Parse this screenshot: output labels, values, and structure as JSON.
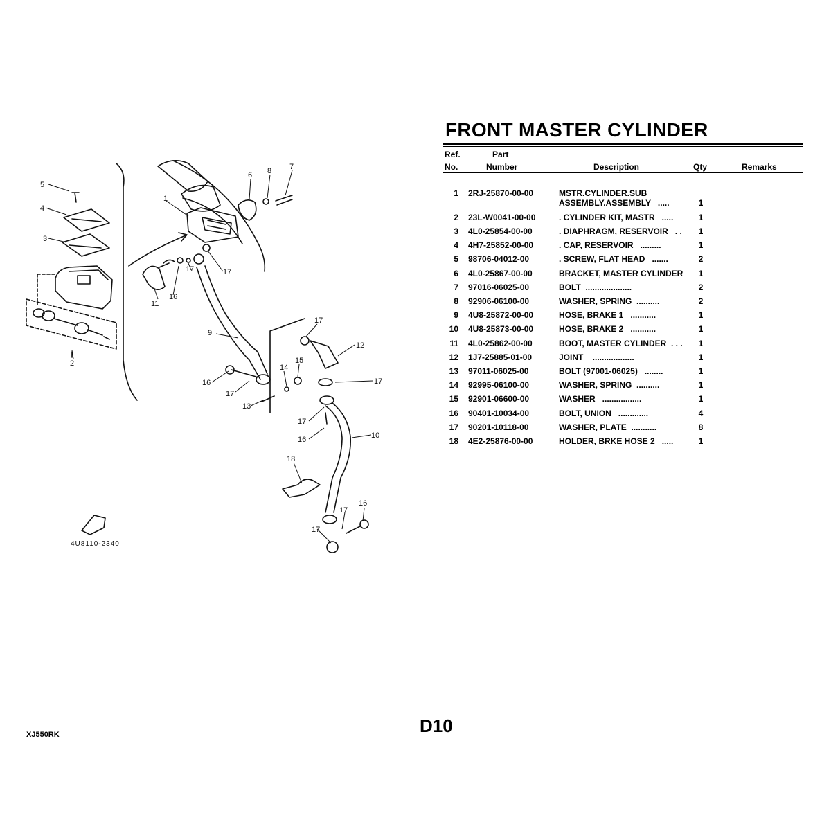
{
  "title": "FRONT MASTER CYLINDER",
  "headers": {
    "ref_line1": "Ref.",
    "ref_line2": "No.",
    "part_line1": "Part",
    "part_line2": "Number",
    "description": "Description",
    "qty": "Qty",
    "remarks": "Remarks"
  },
  "parts": [
    {
      "ref": "1",
      "part": "2RJ-25870-00-00",
      "desc": "MSTR.CYLINDER.SUB",
      "desc2": "ASSEMBLY.ASSEMBLY   .....",
      "qty": "1"
    },
    {
      "ref": "2",
      "part": "23L-W0041-00-00",
      "desc": ". CYLINDER KIT, MASTR   .....",
      "qty": "1"
    },
    {
      "ref": "3",
      "part": "4L0-25854-00-00",
      "desc": ". DIAPHRAGM, RESERVOIR   . .",
      "qty": "1"
    },
    {
      "ref": "4",
      "part": "4H7-25852-00-00",
      "desc": ". CAP, RESERVOIR   .........",
      "qty": "1"
    },
    {
      "ref": "5",
      "part": "98706-04012-00",
      "desc": ". SCREW, FLAT HEAD   .......",
      "qty": "2"
    },
    {
      "ref": "6",
      "part": "4L0-25867-00-00",
      "desc": "BRACKET, MASTER CYLINDER",
      "qty": "1"
    },
    {
      "ref": "7",
      "part": "97016-06025-00",
      "desc": "BOLT  ....................",
      "qty": "2"
    },
    {
      "ref": "8",
      "part": "92906-06100-00",
      "desc": "WASHER, SPRING  ..........",
      "qty": "2"
    },
    {
      "ref": "9",
      "part": "4U8-25872-00-00",
      "desc": "HOSE, BRAKE 1   ...........",
      "qty": "1"
    },
    {
      "ref": "10",
      "part": "4U8-25873-00-00",
      "desc": "HOSE, BRAKE 2   ...........",
      "qty": "1"
    },
    {
      "ref": "11",
      "part": "4L0-25862-00-00",
      "desc": "BOOT, MASTER CYLINDER  . . .",
      "qty": "1"
    },
    {
      "ref": "12",
      "part": "1J7-25885-01-00",
      "desc": "JOINT    ..................",
      "qty": "1"
    },
    {
      "ref": "13",
      "part": "97011-06025-00",
      "desc": "BOLT (97001-06025)   ........",
      "qty": "1"
    },
    {
      "ref": "14",
      "part": "92995-06100-00",
      "desc": "WASHER, SPRING  ..........",
      "qty": "1"
    },
    {
      "ref": "15",
      "part": "92901-06600-00",
      "desc": "WASHER   .................",
      "qty": "1"
    },
    {
      "ref": "16",
      "part": "90401-10034-00",
      "desc": "BOLT, UNION   .............",
      "qty": "4"
    },
    {
      "ref": "17",
      "part": "90201-10118-00",
      "desc": "WASHER, PLATE  ...........",
      "qty": "8"
    },
    {
      "ref": "18",
      "part": "4E2-25876-00-00",
      "desc": "HOLDER, BRKE HOSE 2   .....",
      "qty": "1"
    }
  ],
  "diagram": {
    "callouts": [
      "1",
      "2",
      "3",
      "4",
      "5",
      "6",
      "7",
      "8",
      "9",
      "10",
      "11",
      "12",
      "13",
      "14",
      "15",
      "16",
      "17",
      "18"
    ],
    "image_code": "4U8110-2340"
  },
  "footer": {
    "model": "XJ550RK",
    "page": "D10"
  }
}
